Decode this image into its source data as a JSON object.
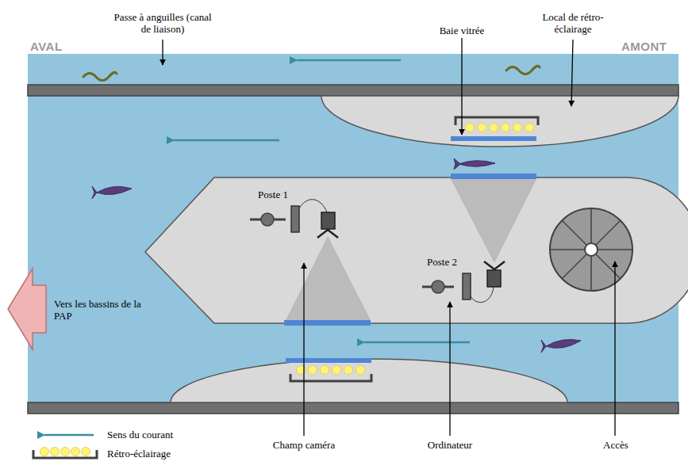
{
  "diagram": {
    "labels": [
      "AVAL",
      "Passe à anguilles (canal de liaison)",
      "Baie vitrée",
      "Local de rétro-éclairage",
      "AMONT",
      "Poste 1",
      "Poste 2",
      "Vers les bassins de la PAP",
      "Champ caméra",
      "Ordinateur",
      "Accès"
    ],
    "legend": [
      {
        "text": "Sens du courant"
      },
      {
        "text": "Rétro-éclairage"
      }
    ]
  }
}
